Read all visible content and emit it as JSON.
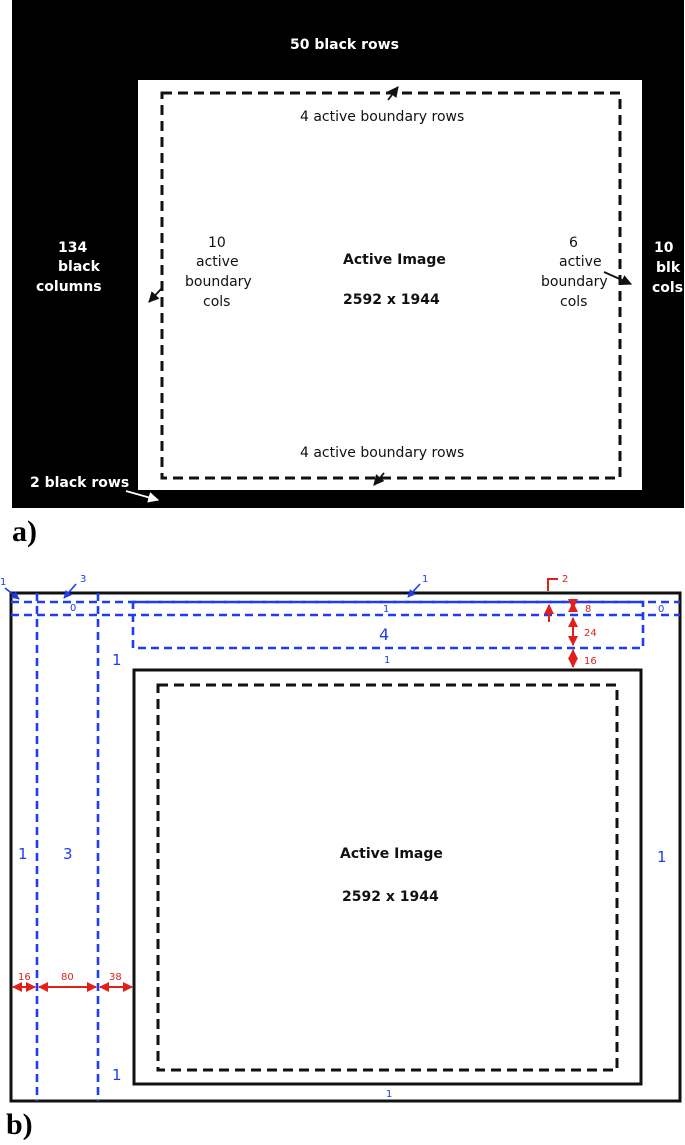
{
  "panel_a": {
    "label": "a)",
    "top_black": "50 black rows",
    "top_boundary": "4 active boundary rows",
    "bottom_boundary": "4 active boundary rows",
    "left_black": [
      "134",
      "black",
      "columns"
    ],
    "left_boundary": [
      "10",
      "active",
      "boundary",
      "cols"
    ],
    "right_boundary": [
      "6",
      "active",
      "boundary",
      "cols"
    ],
    "right_black": [
      "10",
      "blk",
      "cols"
    ],
    "bottom_black": "2 black rows",
    "active_title": "Active Image",
    "active_size": "2592 x 1944"
  },
  "panel_b": {
    "label": "b)",
    "active_title": "Active Image",
    "active_size": "2592 x 1944",
    "blue_labels": {
      "top_left_1": "1",
      "top_left_3": "3",
      "top_mid_1": "1",
      "row_0_left": "0",
      "row_1_mid": "1",
      "row_0_right": "0",
      "row_4": "4",
      "below_4_1": "1",
      "left_col_1": "1",
      "left_col_3": "3",
      "inner_left_1_top": "1",
      "inner_left_1_bottom": "1",
      "right_1": "1",
      "bottom_1": "1"
    },
    "red_labels": {
      "corner_2": "2",
      "dim_8": "8",
      "dim_24": "24",
      "dim_16_v": "16",
      "dim_16_h": "16",
      "dim_80": "80",
      "dim_38": "38"
    }
  }
}
